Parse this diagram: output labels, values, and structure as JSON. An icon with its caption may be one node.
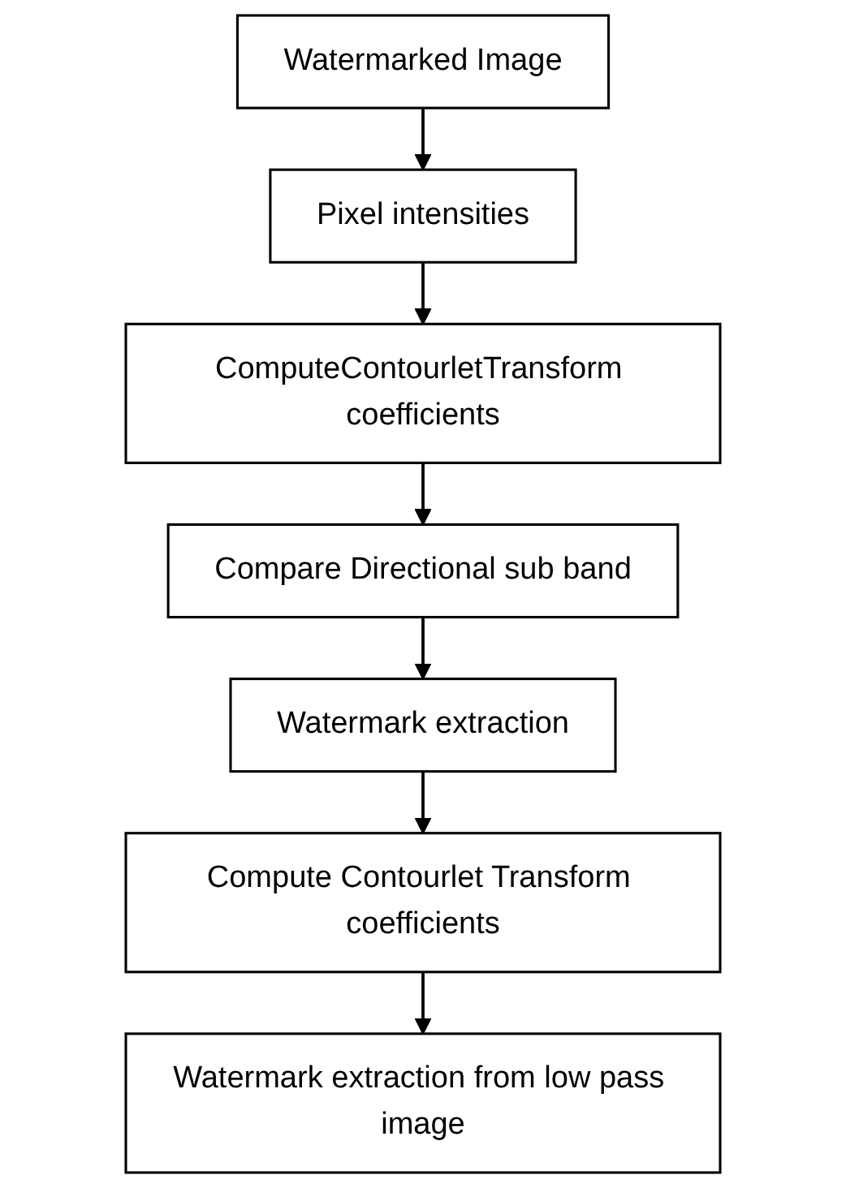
{
  "diagram": {
    "nodes": [
      {
        "text": [
          "Watermarked Image"
        ]
      },
      {
        "text": [
          "Pixel intensities"
        ]
      },
      {
        "text": [
          "ComputeContourletTransform coefficients"
        ]
      },
      {
        "text": [
          "Compare Directional sub band"
        ]
      },
      {
        "text": [
          "Watermark extraction"
        ]
      },
      {
        "text": [
          "Compute Contourlet Transform coefficients"
        ]
      },
      {
        "text": [
          "Watermark extraction from low pass image"
        ]
      }
    ],
    "edges": [
      {
        "from": 0,
        "to": 1,
        "arrow": "to"
      },
      {
        "from": 1,
        "to": 2,
        "arrow": "to"
      },
      {
        "from": 2,
        "to": 3,
        "arrow": "to"
      },
      {
        "from": 3,
        "to": 4,
        "arrow": "to"
      },
      {
        "from": 4,
        "to": 5,
        "arrow": "to"
      },
      {
        "from": 5,
        "to": 6,
        "arrow": "to"
      }
    ]
  }
}
